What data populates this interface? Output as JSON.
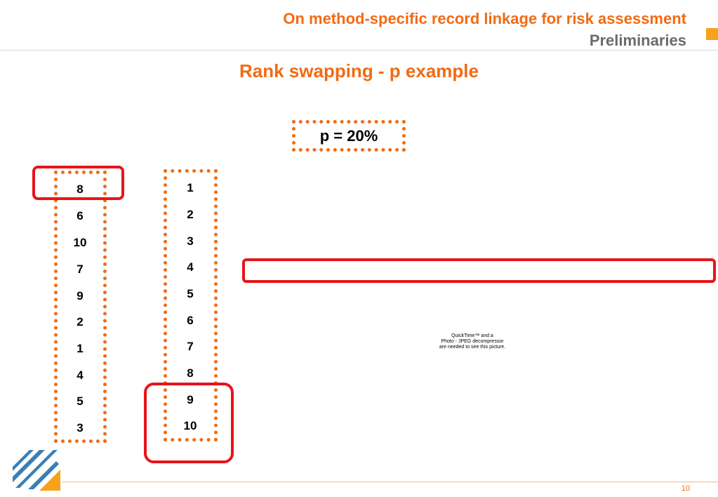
{
  "header": {
    "title": "On method-specific record linkage for risk assessment",
    "subtitle": "Preliminaries"
  },
  "slide": {
    "heading": "Rank swapping - p example",
    "p_label": "p = 20%"
  },
  "columns": {
    "left": [
      "8",
      "6",
      "10",
      "7",
      "9",
      "2",
      "1",
      "4",
      "5",
      "3"
    ],
    "right": [
      "1",
      "2",
      "3",
      "4",
      "5",
      "6",
      "7",
      "8",
      "9",
      "10"
    ]
  },
  "quicktime_notice": {
    "line1": "QuickTime™ and a",
    "line2": "Photo - JPEG decompressor",
    "line3": "are needed to see this picture."
  },
  "footer": {
    "page_number": "10"
  },
  "colors": {
    "accent_orange": "#f26b13",
    "highlight_red": "#e8141a",
    "logo_blue": "#3b7fb3",
    "logo_orange": "#f7a21b"
  }
}
